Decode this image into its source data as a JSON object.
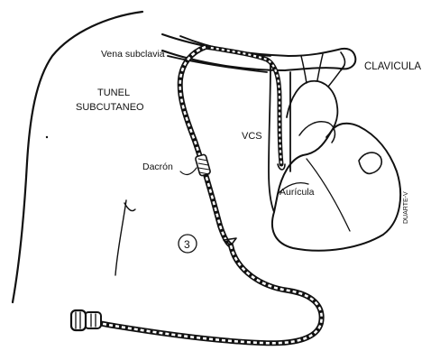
{
  "labels": {
    "vena_subclavia": "Vena subclavia",
    "clavicula": "CLAVICULA",
    "tunel_line1": "TUNEL",
    "tunel_line2": "SUBCUTANEO",
    "vcs": "VCS",
    "dacron": "Dacrón",
    "auricula": "Aurícula",
    "signature": "DUARTE-V",
    "circled_number": "3"
  },
  "colors": {
    "ink": "#111111",
    "background": "#ffffff"
  }
}
